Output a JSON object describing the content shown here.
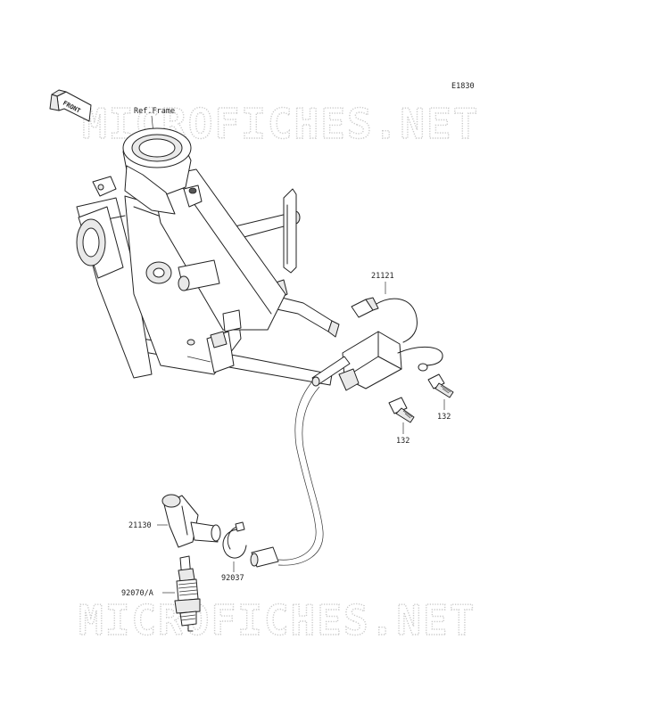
{
  "diagram": {
    "code": "E1830",
    "front_badge": "FRONT",
    "ref_frame": "Ref.Frame",
    "watermark": "MICROFICHES.NET",
    "parts": {
      "coil": "21121",
      "bolt_a": "132",
      "bolt_b": "132",
      "plug_cap": "21130",
      "clamp": "92037",
      "spark_plug": "92070/A"
    }
  }
}
